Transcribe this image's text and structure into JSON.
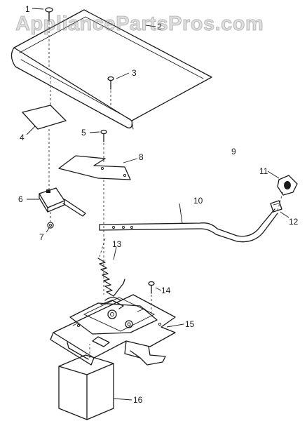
{
  "watermark": "AppliancePartsPros.com",
  "callouts": [
    "1",
    "2",
    "3",
    "4",
    "5",
    "6",
    "7",
    "8",
    "9",
    "10",
    "11",
    "12",
    "13",
    "14",
    "15",
    "16"
  ],
  "colors": {
    "ink": "#1a1a1a",
    "background": "#ffffff",
    "watermark": "#9a9a9a"
  }
}
